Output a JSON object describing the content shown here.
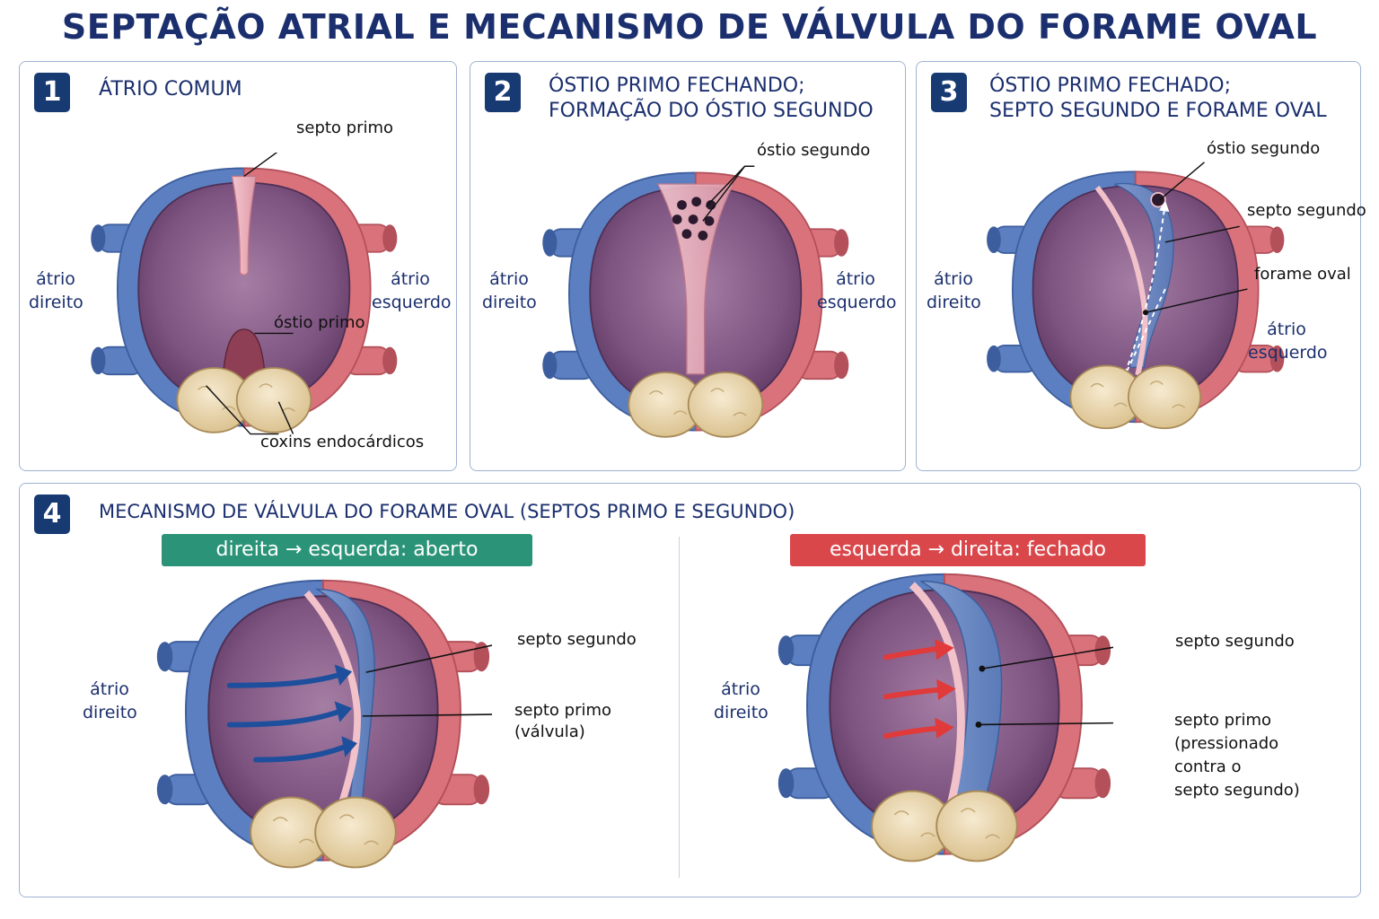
{
  "title": "SEPTAÇÃO ATRIAL E MECANISMO DE VÁLVULA DO FORAME OVAL",
  "colors": {
    "navy": "#173a73",
    "right_atrium_blue": "#5b7fc0",
    "left_atrium_red": "#d9727b",
    "cavity_purple": "#7a4e7c",
    "cushion_cream": "#ecd9ad",
    "banner_open": "#2b9478",
    "banner_closed": "#d9474b",
    "arrow_blue": "#1e4f9c",
    "arrow_red": "#e03a3a"
  },
  "panel1": {
    "number": "1",
    "title": "ÁTRIO COMUM",
    "labels": {
      "septo_primo": "septo primo",
      "ostio_primo": "óstio primo",
      "coxins": "coxins endocárdicos",
      "right_atrium_l1": "átrio",
      "right_atrium_l2": "direito",
      "left_atrium_l1": "átrio",
      "left_atrium_l2": "esquerdo"
    }
  },
  "panel2": {
    "number": "2",
    "title_l1": "ÓSTIO PRIMO FECHANDO;",
    "title_l2": "FORMAÇÃO DO ÓSTIO SEGUNDO",
    "labels": {
      "ostio_segundo": "óstio segundo",
      "right_atrium_l1": "átrio",
      "right_atrium_l2": "direito",
      "left_atrium_l1": "átrio",
      "left_atrium_l2": "esquerdo"
    }
  },
  "panel3": {
    "number": "3",
    "title_l1": "ÓSTIO PRIMO FECHADO;",
    "title_l2": "SEPTO SEGUNDO E FORAME OVAL",
    "labels": {
      "ostio_segundo": "óstio segundo",
      "septo_segundo": "septo segundo",
      "forame_oval": "forame oval",
      "right_atrium_l1": "átrio",
      "right_atrium_l2": "direito",
      "left_atrium_l1": "átrio",
      "left_atrium_l2": "esquerdo"
    }
  },
  "panel4": {
    "number": "4",
    "title": "MECANISMO DE VÁLVULA DO FORAME OVAL (SEPTOS PRIMO E SEGUNDO)",
    "open": {
      "banner": "direita → esquerda: aberto",
      "septo_segundo": "septo segundo",
      "septo_primo_l1": "septo primo",
      "septo_primo_l2": "(válvula)",
      "right_atrium_l1": "átrio",
      "right_atrium_l2": "direito"
    },
    "closed": {
      "banner": "esquerda → direita: fechado",
      "septo_segundo": "septo segundo",
      "septo_primo_l1": "septo primo",
      "septo_primo_l2": "(pressionado",
      "septo_primo_l3": "contra o",
      "septo_primo_l4": "septo segundo)",
      "right_atrium_l1": "átrio",
      "right_atrium_l2": "direito"
    }
  }
}
